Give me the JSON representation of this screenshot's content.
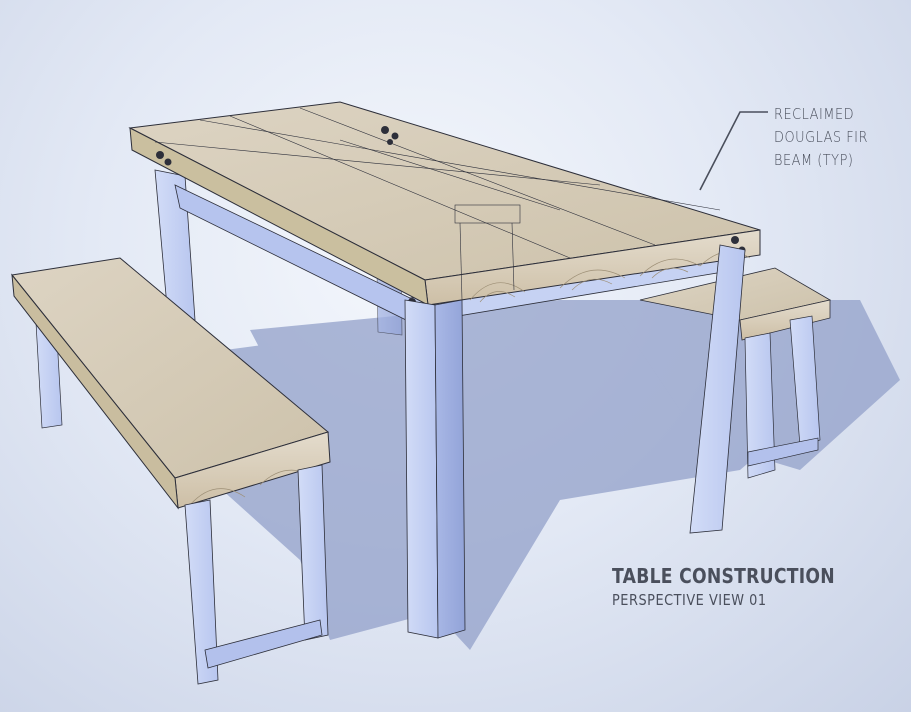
{
  "callout": {
    "lines": [
      "RECLAIMED",
      "DOUGLAS FIR",
      "BEAM (TYP)"
    ]
  },
  "title_block": {
    "title": "TABLE CONSTRUCTION",
    "subtitle": "PERSPECTIVE VIEW 01"
  },
  "colors": {
    "wood": "#d9cfbd",
    "wood_dark": "#b9ad96",
    "metal": "#c3cff1",
    "metal_dark": "#9eaee0",
    "shadow": "#8f9ec7",
    "line": "#2d2f3a",
    "text": "#4a4f5c"
  }
}
